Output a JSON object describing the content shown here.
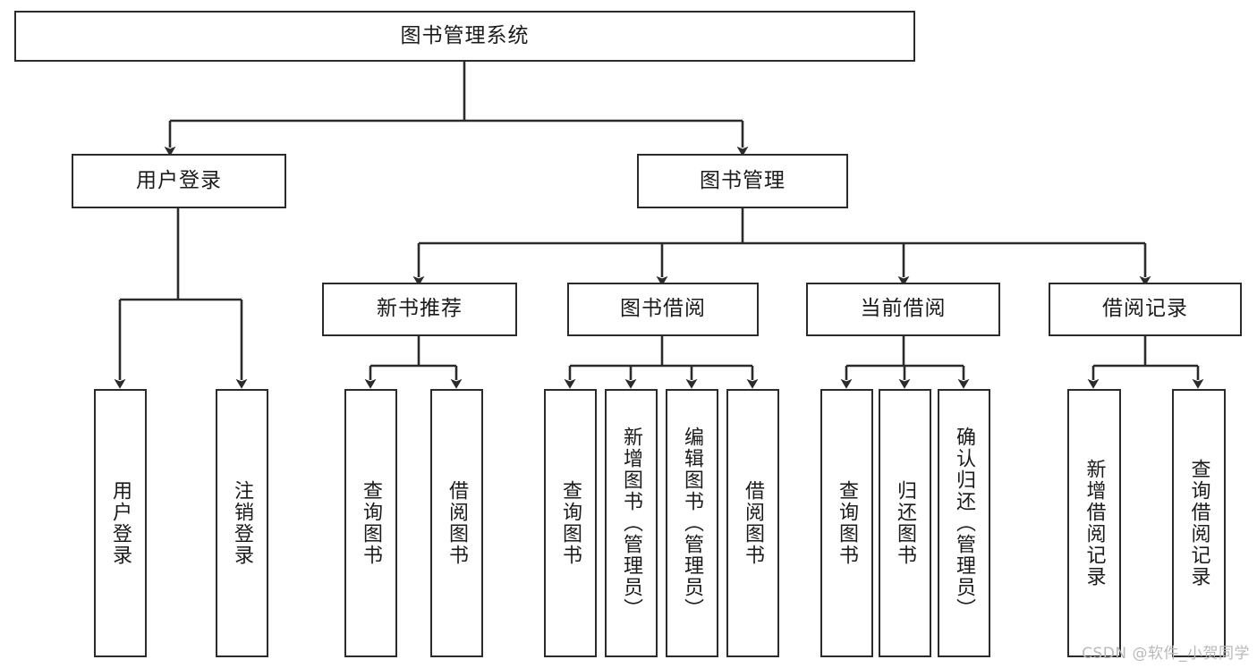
{
  "diagram": {
    "type": "tree-hierarchy",
    "title": "图书管理系统",
    "colors": {
      "background": "#ffffff",
      "stroke": "#2b2b2b",
      "text": "#1b1b1b",
      "watermark": "#b9b9b9"
    },
    "root": {
      "label": "图书管理系统"
    },
    "level2": [
      {
        "label": "用户登录"
      },
      {
        "label": "图书管理"
      }
    ],
    "level3": [
      {
        "label": "新书推荐"
      },
      {
        "label": "图书借阅"
      },
      {
        "label": "当前借阅"
      },
      {
        "label": "借阅记录"
      }
    ],
    "leaves": {
      "user_login": [
        {
          "label": "用户登录"
        },
        {
          "label": "注销登录"
        }
      ],
      "new_book_recommend": [
        {
          "label": "查询图书"
        },
        {
          "label": "借阅图书"
        }
      ],
      "book_borrow": [
        {
          "label": "查询图书"
        },
        {
          "label": "新增图书（管理员）"
        },
        {
          "label": "编辑图书（管理员）"
        },
        {
          "label": "借阅图书"
        }
      ],
      "current_borrow": [
        {
          "label": "查询图书"
        },
        {
          "label": "归还图书"
        },
        {
          "label": "确认归还（管理员）"
        }
      ],
      "borrow_record": [
        {
          "label": "新增借阅记录"
        },
        {
          "label": "查询借阅记录"
        }
      ]
    }
  },
  "watermark": {
    "text": "CSDN @软件_小贺同学"
  }
}
